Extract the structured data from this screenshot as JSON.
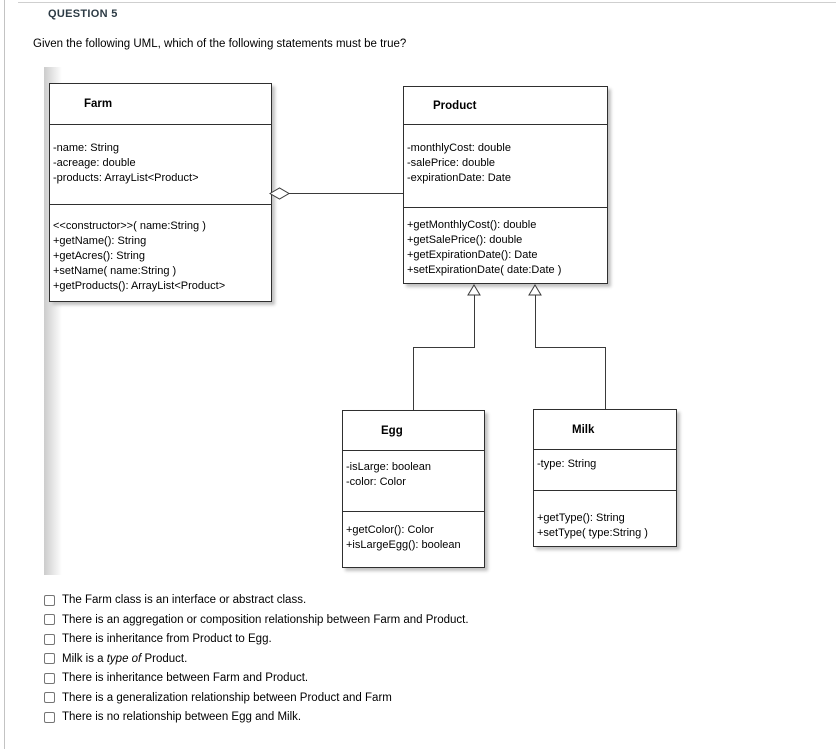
{
  "colors": {
    "header_text": "#2d3b45",
    "body_text": "#000000",
    "panel_border": "#cccccc",
    "diagram_line": "#3a3a3a"
  },
  "question": {
    "header": "QUESTION 5",
    "prompt": "Given the following UML, which of the following statements must be true?"
  },
  "diagram": {
    "classes": [
      {
        "name": "Farm",
        "attributes": [
          "-name: String",
          "-acreage: double",
          "-products: ArrayList<Product>"
        ],
        "methods": [
          "<<constructor>>( name:String )",
          "+getName(): String",
          "+getAcres(): String",
          "+setName( name:String )",
          "+getProducts(): ArrayList<Product>"
        ]
      },
      {
        "name": "Product",
        "attributes": [
          "-monthlyCost: double",
          "-salePrice: double",
          "-expirationDate: Date"
        ],
        "methods": [
          "+getMonthlyCost(): double",
          "+getSalePrice(): double",
          "+getExpirationDate(): Date",
          "+setExpirationDate( date:Date )"
        ]
      },
      {
        "name": "Egg",
        "attributes": [
          "-isLarge: boolean",
          "-color: Color"
        ],
        "methods": [
          "+getColor(): Color",
          "+isLargeEgg(): boolean"
        ]
      },
      {
        "name": "Milk",
        "attributes": [
          "-type: String"
        ],
        "methods": [
          "+getType(): String",
          "+setType( type:String )"
        ]
      }
    ],
    "relationships": [
      {
        "type": "aggregation",
        "from": "Farm",
        "to": "Product"
      },
      {
        "type": "inheritance",
        "child": "Egg",
        "parent": "Product"
      },
      {
        "type": "inheritance",
        "child": "Milk",
        "parent": "Product"
      }
    ]
  },
  "options": [
    {
      "text": "The Farm class is an interface or abstract class.",
      "checked": false
    },
    {
      "text": "There is an aggregation or composition relationship between Farm and Product.",
      "checked": false
    },
    {
      "text": "There is inheritance from Product to Egg.",
      "checked": false
    },
    {
      "pre": "Milk is a ",
      "italic": "type of",
      "post": " Product.",
      "checked": false
    },
    {
      "text": "There is inheritance between Farm and Product.",
      "checked": false
    },
    {
      "text": "There is a generalization relationship between Product and Farm",
      "checked": false
    },
    {
      "text": "There is no relationship between Egg and Milk.",
      "checked": false
    }
  ]
}
